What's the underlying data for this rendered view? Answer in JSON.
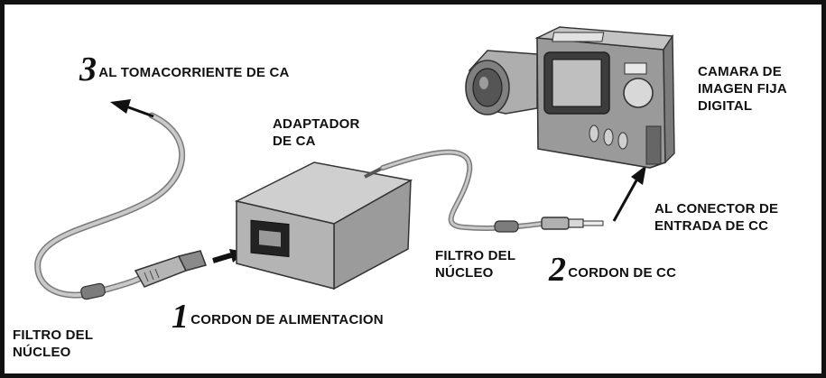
{
  "labels": {
    "step3": {
      "number": "3",
      "text": "AL TOMACORRIENTE DE CA"
    },
    "adapter": {
      "line1": "ADAPTADOR",
      "line2": "DE CA"
    },
    "camera": {
      "line1": "CAMARA DE",
      "line2": "IMAGEN FIJA",
      "line3": "DIGITAL"
    },
    "dc_input": {
      "line1": "AL CONECTOR DE",
      "line2": "ENTRADA DE CC"
    },
    "core_filter_dc": {
      "line1": "FILTRO DEL",
      "line2": "NÚCLEO"
    },
    "step2": {
      "number": "2",
      "text": "CORDON DE CC"
    },
    "step1": {
      "number": "1",
      "text": "CORDON DE ALIMENTACION"
    },
    "core_filter_ac": {
      "line1": "FILTRO DEL",
      "line2": "NÚCLEO"
    }
  },
  "colors": {
    "border": "#111111",
    "cable": "#9a9a9a",
    "body": "#8f8f8f",
    "dark": "#555555"
  }
}
